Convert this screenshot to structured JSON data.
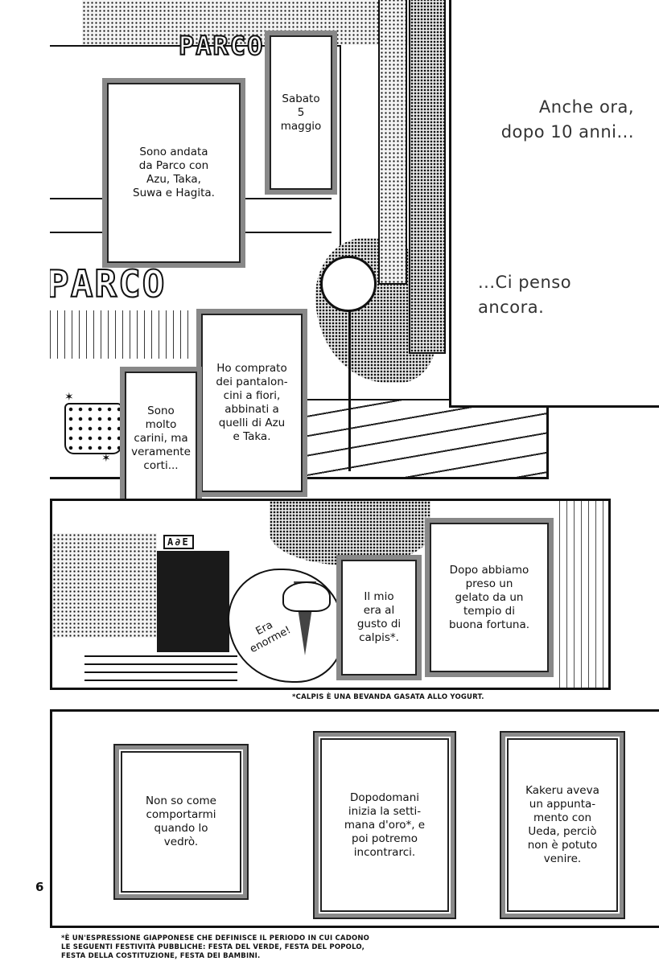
{
  "top_panel": {
    "sign_top": "PARCO",
    "sign_bottom": "PARCO",
    "sign_small": "A∂E",
    "captions": [
      "Sabato\n5 maggio",
      "Sono andata\nda Parco con\nAzu, Taka,\nSuwa e Hagita.",
      "Ho comprato\ndei pantalon-\ncini a fiori,\nabbinati a\nquelli di Azu\ne Taka.",
      "Sono molto\ncarini, ma\nveramente\ncorti..."
    ]
  },
  "monologue": {
    "line1": "Anche ora,\ndopo 10 anni...",
    "line2": "...Ci penso\nancora."
  },
  "middle_panel": {
    "bubble": "Era\nenorme!",
    "captions": [
      "Il mio\nera al\ngusto di\ncalpis*.",
      "Dopo abbiamo\npreso un\ngelato da un\ntempio di\nbuona fortuna."
    ],
    "footnote": "*CALPIS È UNA BEVANDA GASATA ALLO YOGURT."
  },
  "bottom_panel": {
    "captions": [
      "Non so come\ncomportarmi\nquando lo\nvedrò.",
      "Dopodomani\ninizia la setti-\nmana d'oro*, e\npoi potremo\nincontrarci.",
      "Kakeru aveva\nun appunta-\nmento con\nUeda, perciò\nnon è potuto\nvenire."
    ]
  },
  "page_number": "6",
  "footnote_bottom": "*È UN'ESPRESSIONE GIAPPONESE CHE DEFINISCE IL PERIODO IN CUI CADONO\nLE SEGUENTI FESTIVITÀ PUBBLICHE: FESTA DEL VERDE, FESTA DEL POPOLO,\nFESTA DELLA COSTITUZIONE, FESTA DEI BAMBINI."
}
